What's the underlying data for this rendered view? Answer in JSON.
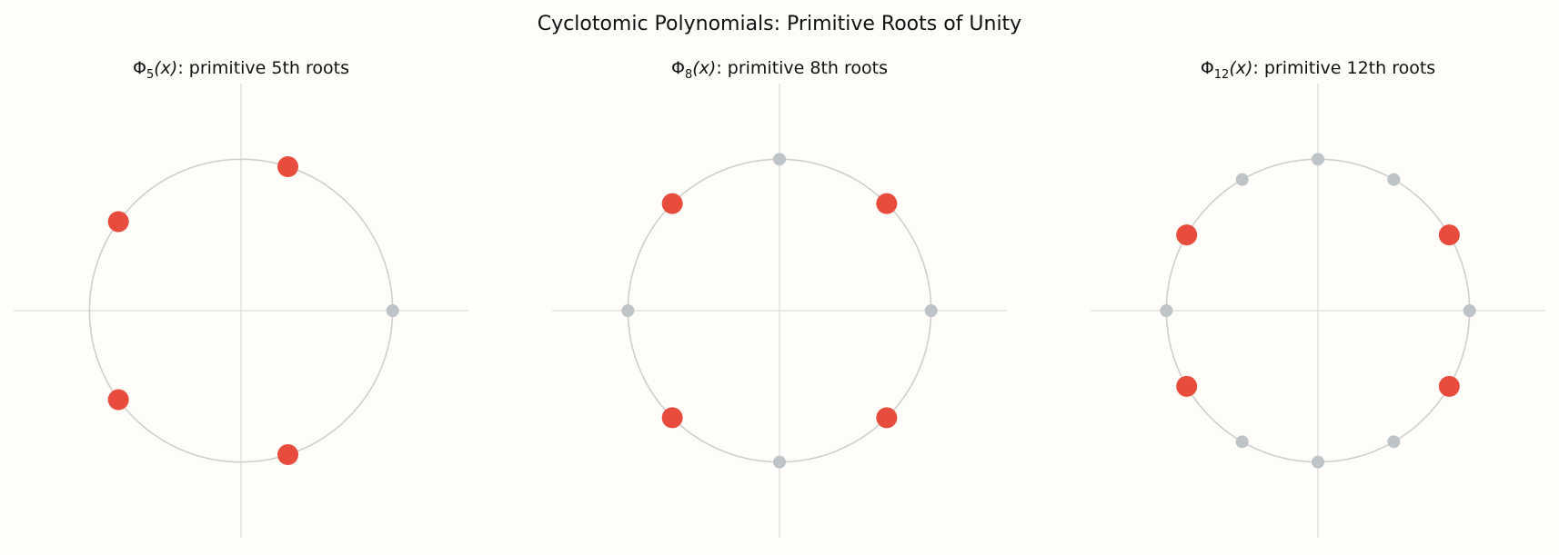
{
  "title": "Cyclotomic Polynomials: Primitive Roots of Unity",
  "colors": {
    "background": "#fefdfa",
    "circle": "#cfcfcf",
    "axes": "#d4d4d4",
    "primitive_root": "#e74c3c",
    "non_primitive_root": "#bdc3c7"
  },
  "chart_data": [
    {
      "type": "scatter",
      "n": 5,
      "title": {
        "symbol": "Φ",
        "subscript": "5",
        "arg": "(x)",
        "suffix": ": primitive 5th roots"
      },
      "xlim": [
        -1.5,
        1.5
      ],
      "ylim": [
        -1.5,
        1.5
      ],
      "grid": false,
      "unit_circle": true,
      "primitive_k": [
        1,
        2,
        3,
        4
      ],
      "non_primitive_k": [
        0
      ]
    },
    {
      "type": "scatter",
      "n": 8,
      "title": {
        "symbol": "Φ",
        "subscript": "8",
        "arg": "(x)",
        "suffix": ": primitive 8th roots"
      },
      "xlim": [
        -1.5,
        1.5
      ],
      "ylim": [
        -1.5,
        1.5
      ],
      "grid": false,
      "unit_circle": true,
      "primitive_k": [
        1,
        3,
        5,
        7
      ],
      "non_primitive_k": [
        0,
        2,
        4,
        6
      ]
    },
    {
      "type": "scatter",
      "n": 12,
      "title": {
        "symbol": "Φ",
        "subscript": "12",
        "arg": "(x)",
        "suffix": ": primitive 12th roots"
      },
      "xlim": [
        -1.5,
        1.5
      ],
      "ylim": [
        -1.5,
        1.5
      ],
      "grid": false,
      "unit_circle": true,
      "primitive_k": [
        1,
        5,
        7,
        11
      ],
      "non_primitive_k": [
        0,
        2,
        3,
        4,
        6,
        8,
        9,
        10
      ]
    }
  ]
}
